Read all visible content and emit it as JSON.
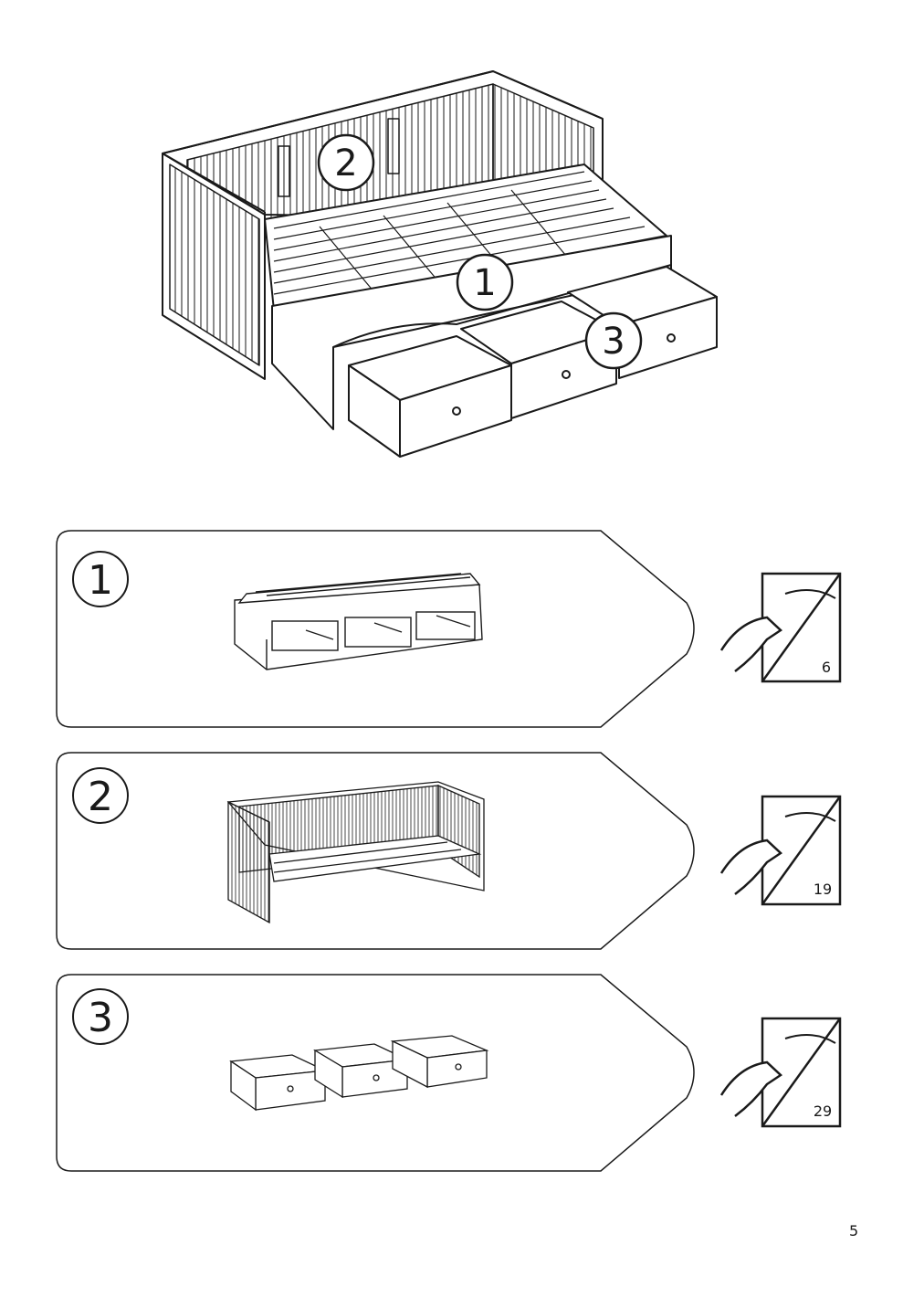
{
  "overview": {
    "callouts": [
      {
        "label": "2"
      },
      {
        "label": "1"
      },
      {
        "label": "3"
      }
    ]
  },
  "steps": [
    {
      "label": "1",
      "see_page": "6"
    },
    {
      "label": "2",
      "see_page": "19"
    },
    {
      "label": "3",
      "see_page": "29"
    }
  ],
  "page_number": "5",
  "colors": {
    "line": "#1a1a1a",
    "background": "#ffffff"
  }
}
